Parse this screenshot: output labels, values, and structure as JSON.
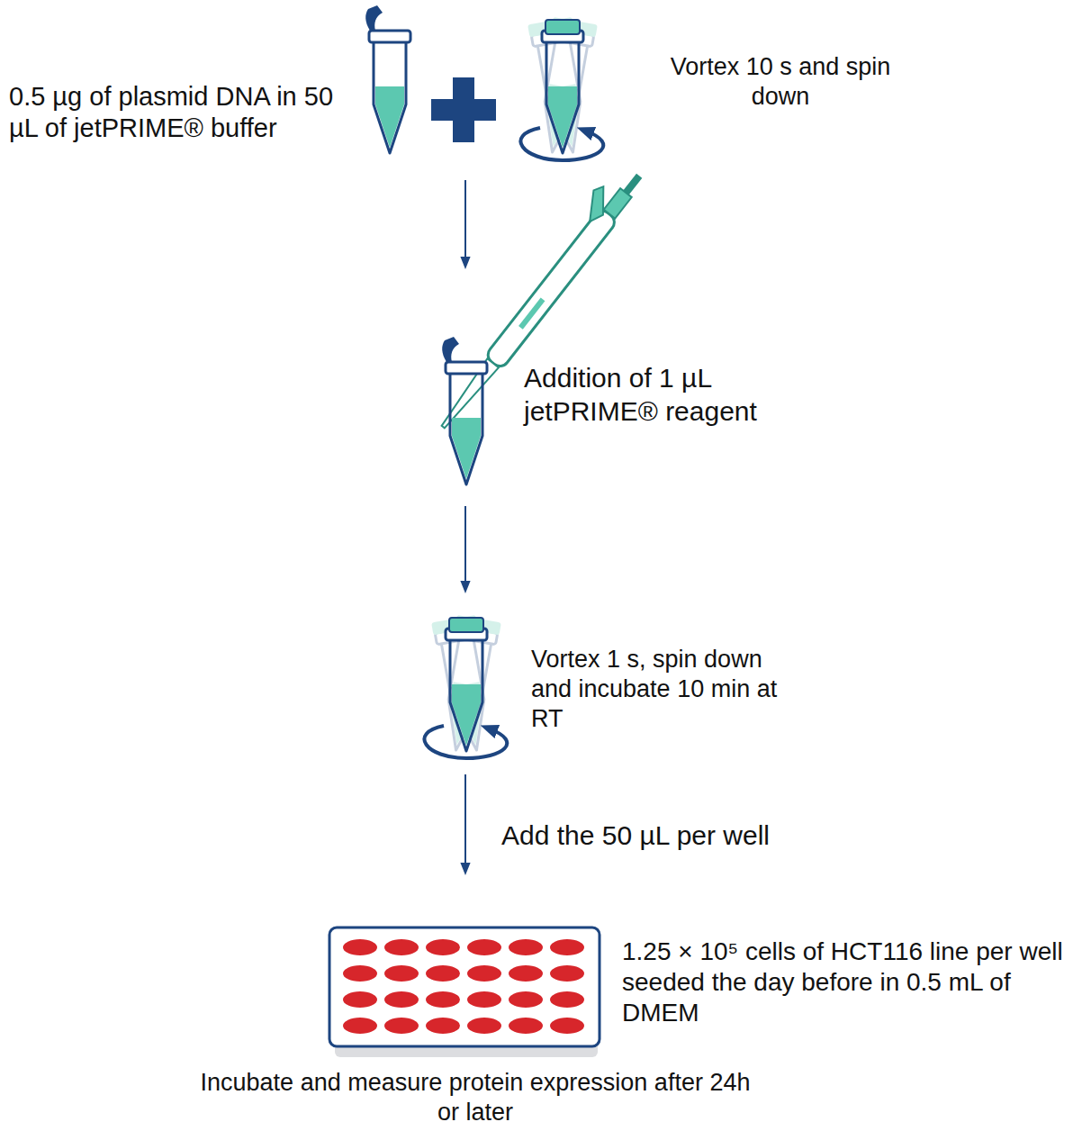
{
  "diagram": {
    "labels": [
      "0.5 µg of plasmid DNA in 50 µL of jetPRIME® buffer",
      "Vortex 10 s and spin down",
      "Addition of 1 µL jetPRIME® reagent",
      "Vortex 1 s, spin down and incubate 10 min at RT",
      "Add the 50 µL per well",
      "1.25 × 10⁵ cells of HCT116 line per well seeded the day before in 0.5 mL of DMEM",
      "Incubate and measure protein expression after 24h or later"
    ]
  }
}
